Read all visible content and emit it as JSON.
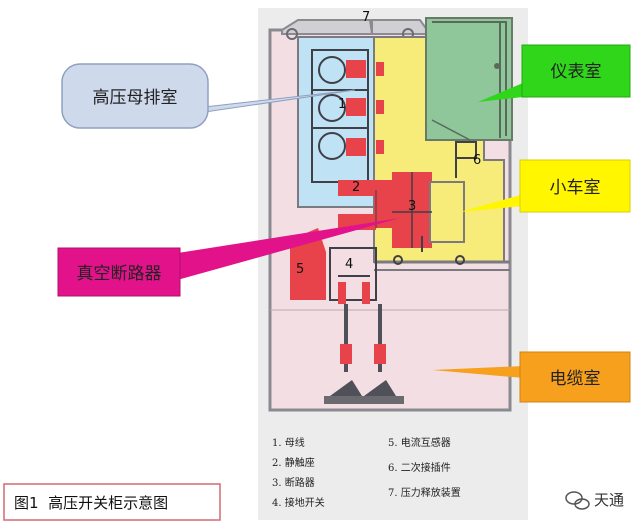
{
  "callouts": {
    "busbar_room": "高压母排室",
    "vacuum_breaker": "真空断路器",
    "instrument_room": "仪表室",
    "trolley_room": "小车室",
    "cable_room": "电缆室"
  },
  "part_numbers": [
    "1",
    "1",
    "1",
    "2",
    "3",
    "4",
    "5",
    "6",
    "7"
  ],
  "legend": {
    "left": [
      "1. 母线",
      "2. 静触座",
      "3. 断路器",
      "4. 接地开关"
    ],
    "right": [
      "5. 电流互感器",
      "6. 二次接插件",
      "7. 压力释放装置"
    ]
  },
  "caption": "图1  高压开关柜示意图",
  "watermark": "天通",
  "colors": {
    "busbar_room": "#bfe3f5",
    "trolley_room": "#f7ec7a",
    "instrument_room": "#8fc79a",
    "cable_room": "#f3dfe3",
    "component_red": "#e8424a",
    "callout_busbar": "#cfd9ec",
    "callout_breaker": "#e2138a",
    "callout_instrument": "#2fd61a",
    "callout_trolley": "#fff600",
    "callout_cable": "#f7a01e",
    "caption_border": "#d46a72"
  }
}
